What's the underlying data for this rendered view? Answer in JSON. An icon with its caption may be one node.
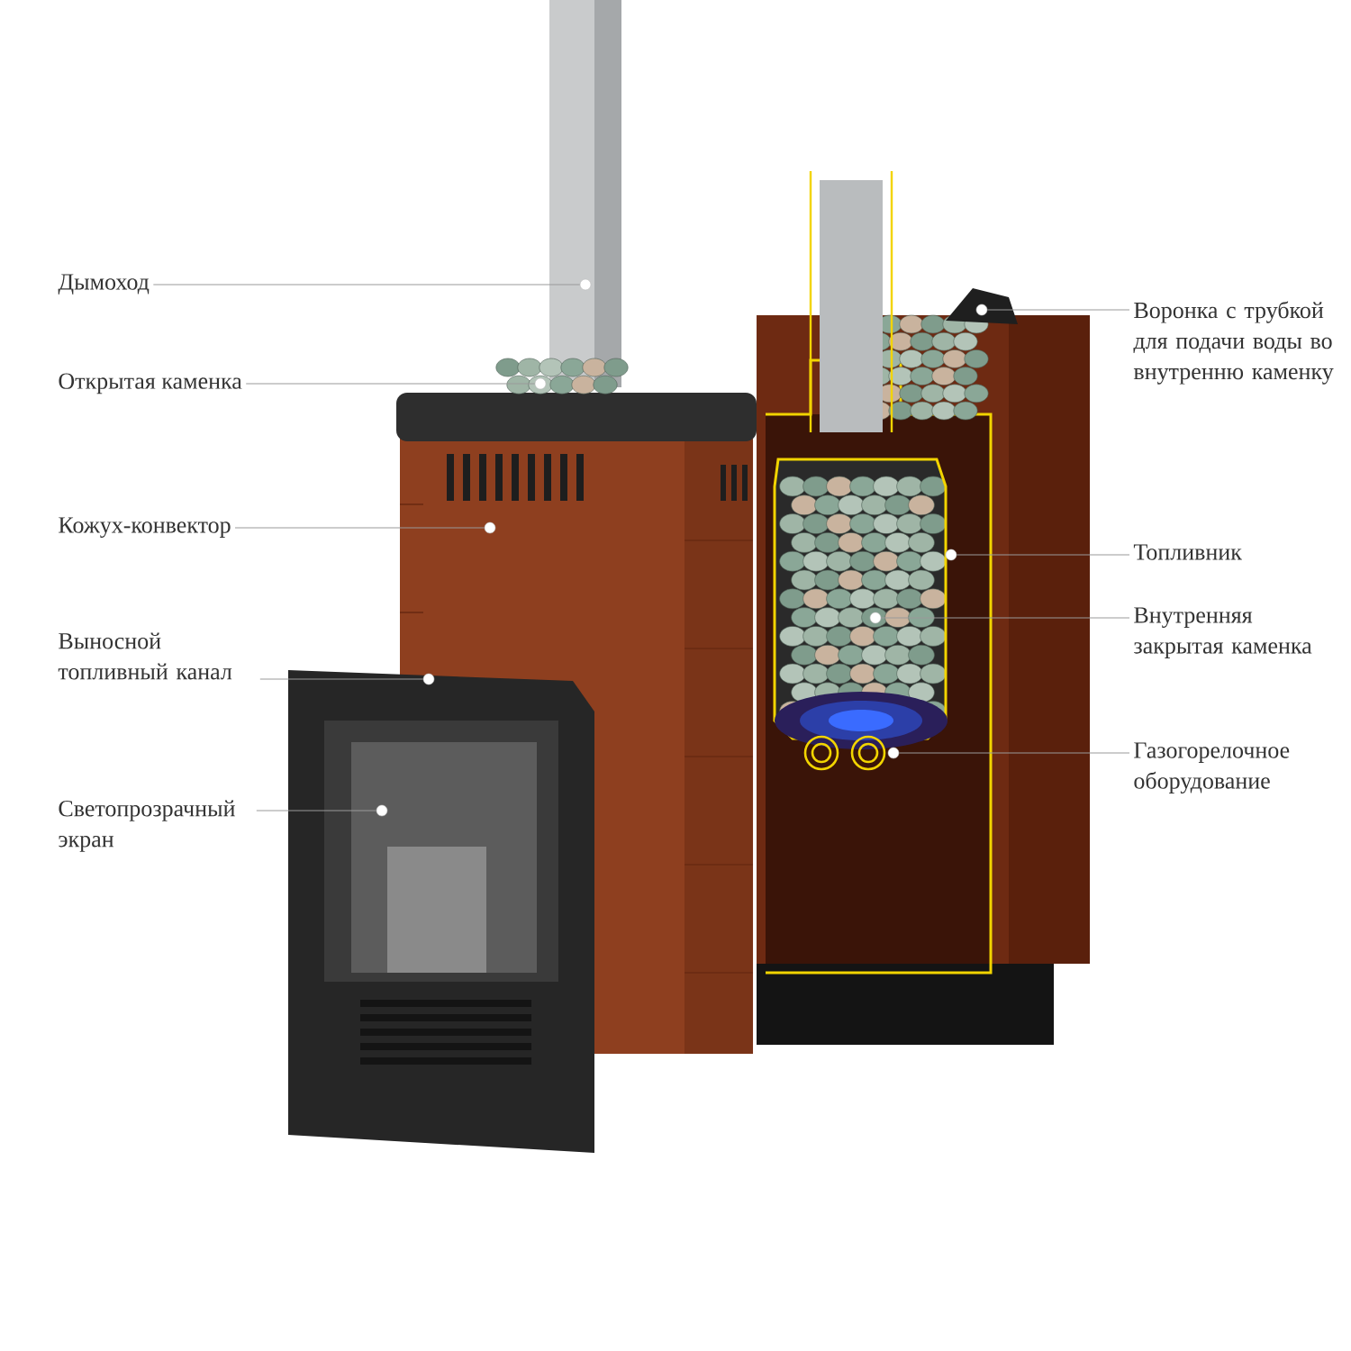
{
  "diagram": {
    "nodes": [
      {
        "text": [
          "Дымоход"
        ]
      },
      {
        "text": [
          "Открытая каменка"
        ]
      },
      {
        "text": [
          "Кожух-конвектор"
        ]
      },
      {
        "text": [
          "Выносной топливный канал"
        ]
      },
      {
        "text": [
          "Светопрозрачный экран"
        ]
      },
      {
        "text": [
          "Воронка с трубкой для подачи воды во внутренню каменку"
        ]
      },
      {
        "text": [
          "Топливник"
        ]
      },
      {
        "text": [
          "Внутренняя закрытая каменка"
        ]
      },
      {
        "text": [
          "Газогорелочное оборудование"
        ]
      },
      {
        "text": [],
        "shape": "circle"
      },
      {
        "text": [],
        "shape": "circle"
      },
      {
        "text": [],
        "shape": "circle"
      },
      {
        "text": [],
        "shape": "circle"
      },
      {
        "text": [],
        "shape": "circle"
      },
      {
        "text": [],
        "shape": "circle"
      },
      {
        "text": [],
        "shape": "circle"
      },
      {
        "text": [],
        "shape": "circle"
      },
      {
        "text": [],
        "shape": "circle"
      }
    ],
    "edges": [
      {
        "from": 0,
        "to": 9,
        "arrow": "none"
      },
      {
        "from": 1,
        "to": 11,
        "arrow": "none"
      },
      {
        "from": 2,
        "to": 12,
        "arrow": "none"
      },
      {
        "from": 3,
        "to": 15,
        "arrow": "none"
      },
      {
        "from": 4,
        "to": 17,
        "arrow": "none"
      },
      {
        "from": 5,
        "to": 10,
        "arrow": "none"
      },
      {
        "from": 6,
        "to": 13,
        "arrow": "none"
      },
      {
        "from": 7,
        "to": 14,
        "arrow": "none"
      },
      {
        "from": 8,
        "to": 16,
        "arrow": "none"
      }
    ]
  }
}
